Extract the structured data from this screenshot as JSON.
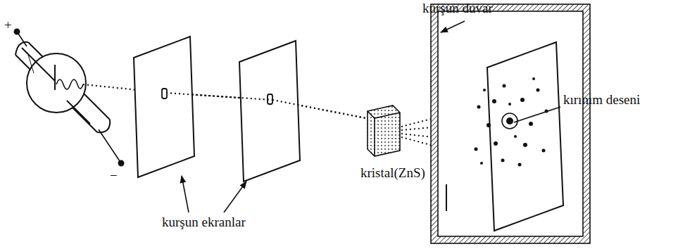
{
  "diagram": {
    "labels": [
      "+",
      "−",
      "kurşun duvar",
      "kırınım deseni",
      "kristal(ZnS)",
      "kurşun ekranlar"
    ]
  }
}
